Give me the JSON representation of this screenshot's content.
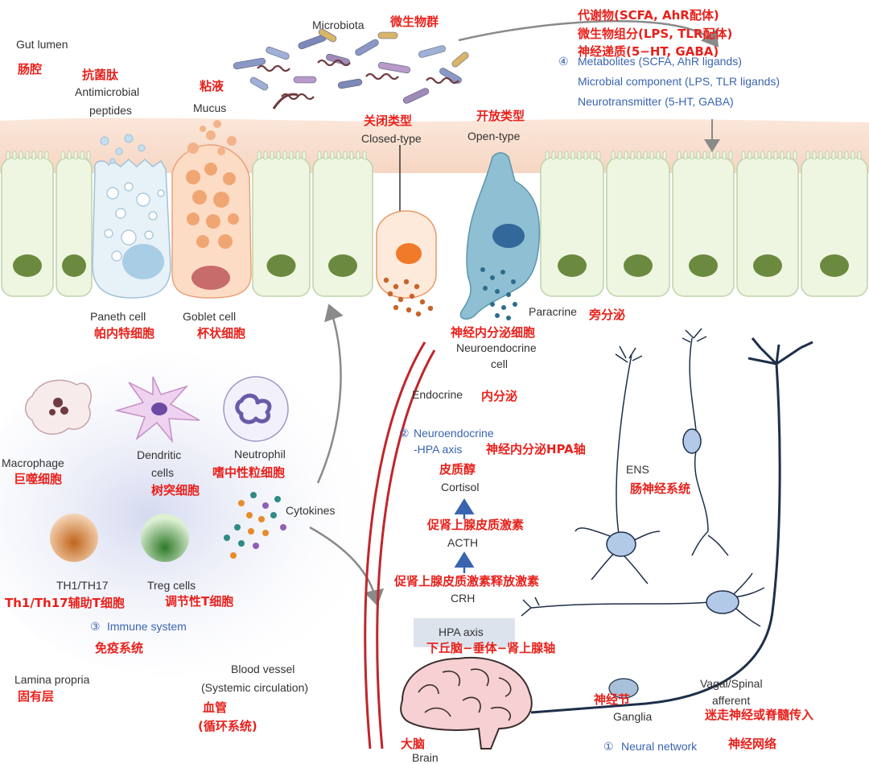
{
  "labels": {
    "gut_lumen": "Gut lumen",
    "gut_lumen_zh": "肠腔",
    "antimicrobial_zh": "抗菌肽",
    "antimicrobial_l1": "Antimicrobial",
    "antimicrobial_l2": "peptides",
    "mucus_zh": "粘液",
    "mucus": "Mucus",
    "microbiota": "Microbiota",
    "microbiota_zh": "微生物群",
    "metabolites_zh": "代谢物(SCFA, AhR配体)",
    "microbial_component_zh": "微生物组分(LPS, TLR配体)",
    "neurotransmitter_zh": "神经递质(5−HT, GABA)",
    "metabolites_num": "④",
    "metabolites": "Metabolites (SCFA, AhR ligands)",
    "microbial_component": "Microbial component (LPS, TLR ligands)",
    "neurotransmitter": "Neurotransmitter (5-HT, GABA)",
    "closed_type_zh": "关闭类型",
    "closed_type": "Closed-type",
    "open_type_zh": "开放类型",
    "open_type": "Open-type",
    "paneth_cell": "Paneth cell",
    "paneth_cell_zh": "帕内特细胞",
    "goblet_cell": "Goblet cell",
    "goblet_cell_zh": "杯状细胞",
    "paracrine": "Paracrine",
    "paracrine_zh": "旁分泌",
    "neuroendocrine_cell_zh": "神经内分泌细胞",
    "neuroendocrine_cell_l1": "Neuroendocrine",
    "neuroendocrine_cell_l2": "cell",
    "endocrine": "Endocrine",
    "endocrine_zh": "内分泌",
    "hpa_num": "②",
    "hpa_l1": "Neuroendocrine",
    "hpa_l2": "-HPA axis",
    "hpa_zh": "神经内分泌HPA轴",
    "cortisol_zh": "皮质醇",
    "cortisol": "Cortisol",
    "acth_zh": "促肾上腺皮质激素",
    "acth": "ACTH",
    "crh_zh": "促肾上腺皮质激素释放激素",
    "crh": "CRH",
    "hpa_axis": "HPA axis",
    "hpa_axis_zh": "下丘脑−垂体−肾上腺轴",
    "ens": "ENS",
    "ens_zh": "肠神经系统",
    "macrophage": "Macrophage",
    "macrophage_zh": "巨噬细胞",
    "dendritic_l1": "Dendritic",
    "dendritic_l2": "cells",
    "dendritic_zh": "树突细胞",
    "neutrophil": "Neutrophil",
    "neutrophil_zh": "嗜中性粒细胞",
    "cytokines": "Cytokines",
    "th_label": "TH1/TH17",
    "th_zh": "Th1/Th17辅助T细胞",
    "treg": "Treg cells",
    "treg_zh": "调节性T细胞",
    "immune_num": "③",
    "immune": "Immune system",
    "immune_zh": "免疫系统",
    "lamina_propria": "Lamina propria",
    "lamina_propria_zh": "固有层",
    "blood_vessel_l1": "Blood vessel",
    "blood_vessel_l2": "(Systemic circulation)",
    "blood_vessel_zh_l1": "血管",
    "blood_vessel_zh_l2": "(循环系统)",
    "brain_zh": "大脑",
    "brain": "Brain",
    "ganglia_zh": "神经节",
    "ganglia": "Ganglia",
    "vagal_l1": "Vagal/Spinal",
    "vagal_l2": "afferent",
    "vagal_zh": "迷走神经或脊髓传入",
    "neural_num": "①",
    "neural": "Neural network",
    "neural_zh": "神经网络"
  },
  "colors": {
    "mucus_layer": "#f8dccb",
    "epithelium": "#eef6e2",
    "cell_border": "#bdd3a8",
    "nucleus": "#6b8a3f",
    "paneth": "#a9cde4",
    "goblet": "#f0a673",
    "neuroendocrine_closed": "#f07a2a",
    "neuroendocrine_open": "#4a8fae",
    "blood_vessel": "#c0262b",
    "nerve": "#1e2f4a",
    "chinese_text": "#e8211c",
    "blue_text": "#3a64b0",
    "immune_zone": "#d9def0"
  }
}
